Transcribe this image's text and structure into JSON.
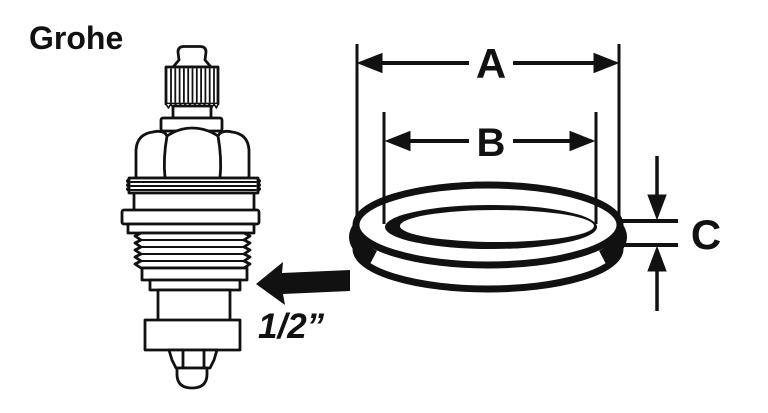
{
  "colors": {
    "ink": "#111111",
    "background": "#ffffff"
  },
  "brand": {
    "label": "Grohe"
  },
  "valve": {
    "size_label": "1/2”"
  },
  "washer_dimensions": {
    "outer_diameter_label": "A",
    "inner_diameter_label": "B",
    "thickness_label": "C"
  }
}
